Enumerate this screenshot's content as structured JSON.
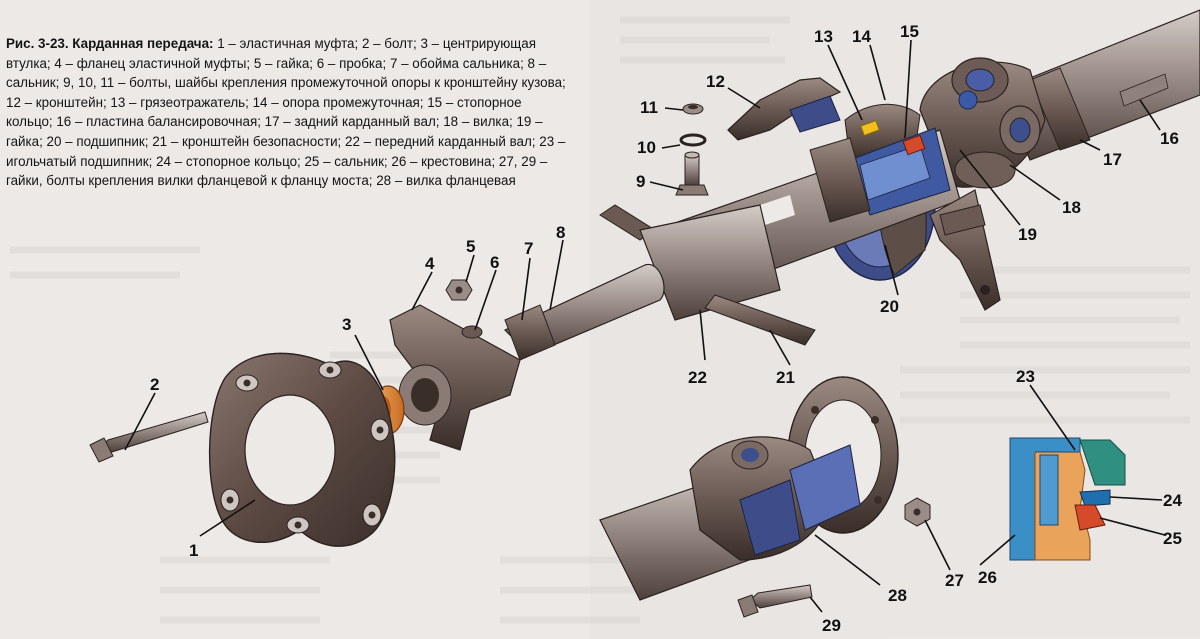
{
  "caption": {
    "title": "Рис. 3-23. Карданная передача:",
    "text": "1 – эластичная муфта; 2 – болт; 3 – центрирующая втулка; 4 – фланец эластичной муфты; 5 – гайка; 6 – пробка; 7 – обойма сальника; 8 – сальник; 9, 10, 11 – болты, шайбы крепления промежуточной опоры к кронштейну кузова; 12 – кронштейн; 13 – грязеотражатель; 14 – опора промежуточная; 15 – стопорное кольцо; 16 – пластина балансировочная; 17 – задний карданный вал; 18 – вилка; 19 – гайка; 20 – подшипник; 21 – кронштейн безопасности; 22 – передний карданный вал; 23 – игольчатый подшипник; 24 – стопорное кольцо; 25 – сальник; 26 – крестовина; 27, 29 – гайки, болты крепления вилки фланцевой к фланцу моста; 28 – вилка фланцевая"
  },
  "callouts": [
    "1",
    "2",
    "3",
    "4",
    "5",
    "6",
    "7",
    "8",
    "9",
    "10",
    "11",
    "12",
    "13",
    "14",
    "15",
    "16",
    "17",
    "18",
    "19",
    "20",
    "21",
    "22",
    "23",
    "24",
    "25",
    "26",
    "27",
    "28",
    "29"
  ],
  "colors": {
    "background": "#ece9e6",
    "metal_dark": "#55463f",
    "metal_mid": "#8a7c75",
    "metal_light": "#bdb3ae",
    "bushing_orange": "#e08a3c",
    "bearing_blue": "#3a5aa8",
    "seal_teal": "#2f8f80",
    "seal_red": "#d64a2c",
    "highlight_yellow": "#f0c020",
    "inset_orange": "#e9a35a",
    "inset_blue": "#4f9ad0"
  }
}
